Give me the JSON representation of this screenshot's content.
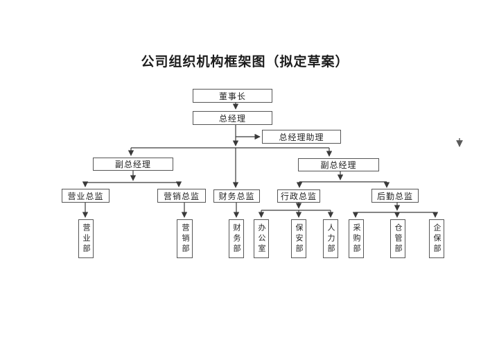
{
  "title": "公司组织机构框架图（拟定草案）",
  "colors": {
    "line": "#3a3a3a",
    "box_border": "#555555",
    "text": "#1f1f1f",
    "background": "#ffffff",
    "stray_arrow": "#5a5a5a"
  },
  "nodes": {
    "chairman": {
      "label": "董事长"
    },
    "general_manager": {
      "label": "总经理"
    },
    "gm_assistant": {
      "label": "总经理助理"
    },
    "deputy_gm_left": {
      "label": "副总经理"
    },
    "deputy_gm_right": {
      "label": "副总经理"
    },
    "director_sales": {
      "label": "营业总监"
    },
    "director_marketing": {
      "label": "营销总监"
    },
    "director_finance": {
      "label": "财务总监"
    },
    "director_admin": {
      "label": "行政总监"
    },
    "director_logistics": {
      "label": "后勤总监"
    },
    "dept_sales": {
      "label": "营业部"
    },
    "dept_marketing": {
      "label": "营销部"
    },
    "dept_finance": {
      "label": "财务部"
    },
    "dept_office": {
      "label": "办公室"
    },
    "dept_security": {
      "label": "保安部"
    },
    "dept_hr": {
      "label": "人力部"
    },
    "dept_purchasing": {
      "label": "采购部"
    },
    "dept_warehouse": {
      "label": "仓管部"
    },
    "dept_enterprise_security": {
      "label": "企保部"
    }
  },
  "icons": {
    "stray_down_arrow": "↓"
  }
}
